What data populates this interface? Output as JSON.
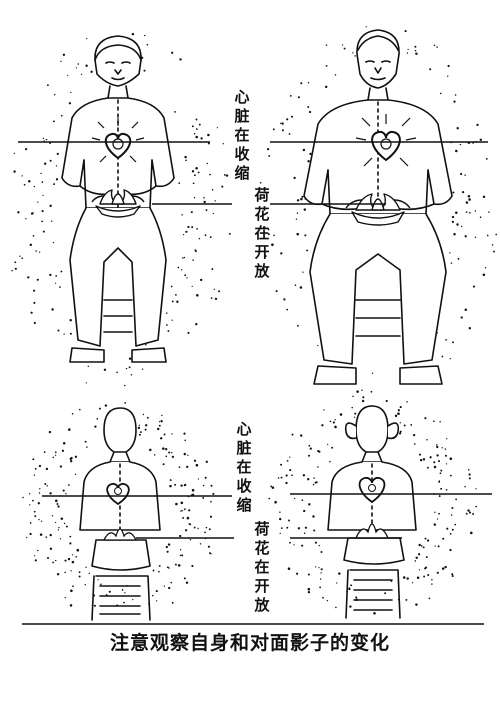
{
  "labels": {
    "top_heart": "心脏在收缩",
    "top_lotus": "荷花在开放",
    "bottom_heart": "心脏在收缩",
    "bottom_lotus": "荷花在开放"
  },
  "caption": "注意观察自身和对面影子的变化",
  "colors": {
    "ink": "#111111",
    "paper": "#ffffff"
  }
}
